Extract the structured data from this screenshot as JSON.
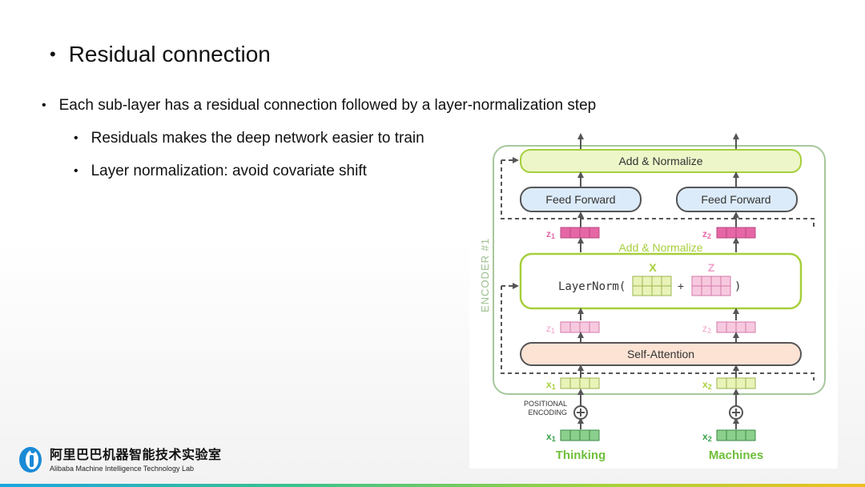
{
  "slide": {
    "title": "Residual connection",
    "bullets": [
      "Each sub-layer has a residual connection followed by a layer-normalization step",
      "Residuals makes the deep network easier to train",
      "Layer normalization: avoid covariate shift"
    ]
  },
  "diagram": {
    "encoder_label": "ENCODER #1",
    "add_normalize_top": "Add & Normalize",
    "feed_forward_left": "Feed Forward",
    "feed_forward_right": "Feed Forward",
    "z1_label": "z",
    "z1_sub": "1",
    "z2_label": "z",
    "z2_sub": "2",
    "add_normalize_mid": "Add & Normalize",
    "x_label": "X",
    "z_label": "Z",
    "layernorm_prefix": "LayerNorm(",
    "plus": "+",
    "close_paren": ")",
    "self_attention": "Self-Attention",
    "x1_label": "x",
    "x1_sub": "1",
    "x2_label": "x",
    "x2_sub": "2",
    "positional_line1": "POSITIONAL",
    "positional_line2": "ENCODING",
    "word1": "Thinking",
    "word2": "Machines",
    "colors": {
      "green_box": "#a6cf3c",
      "pink_vec": "#e567a5",
      "light_green_vec": "#e9f3b8",
      "blue_box": "#dcebfa",
      "orange_box": "#fde3d4",
      "encoder_border": "#a7c79c",
      "arrow": "#555555"
    }
  },
  "logo": {
    "chinese": "阿里巴巴机器智能技术实验室",
    "english": "Alibaba Machine Intelligence Technology Lab"
  }
}
